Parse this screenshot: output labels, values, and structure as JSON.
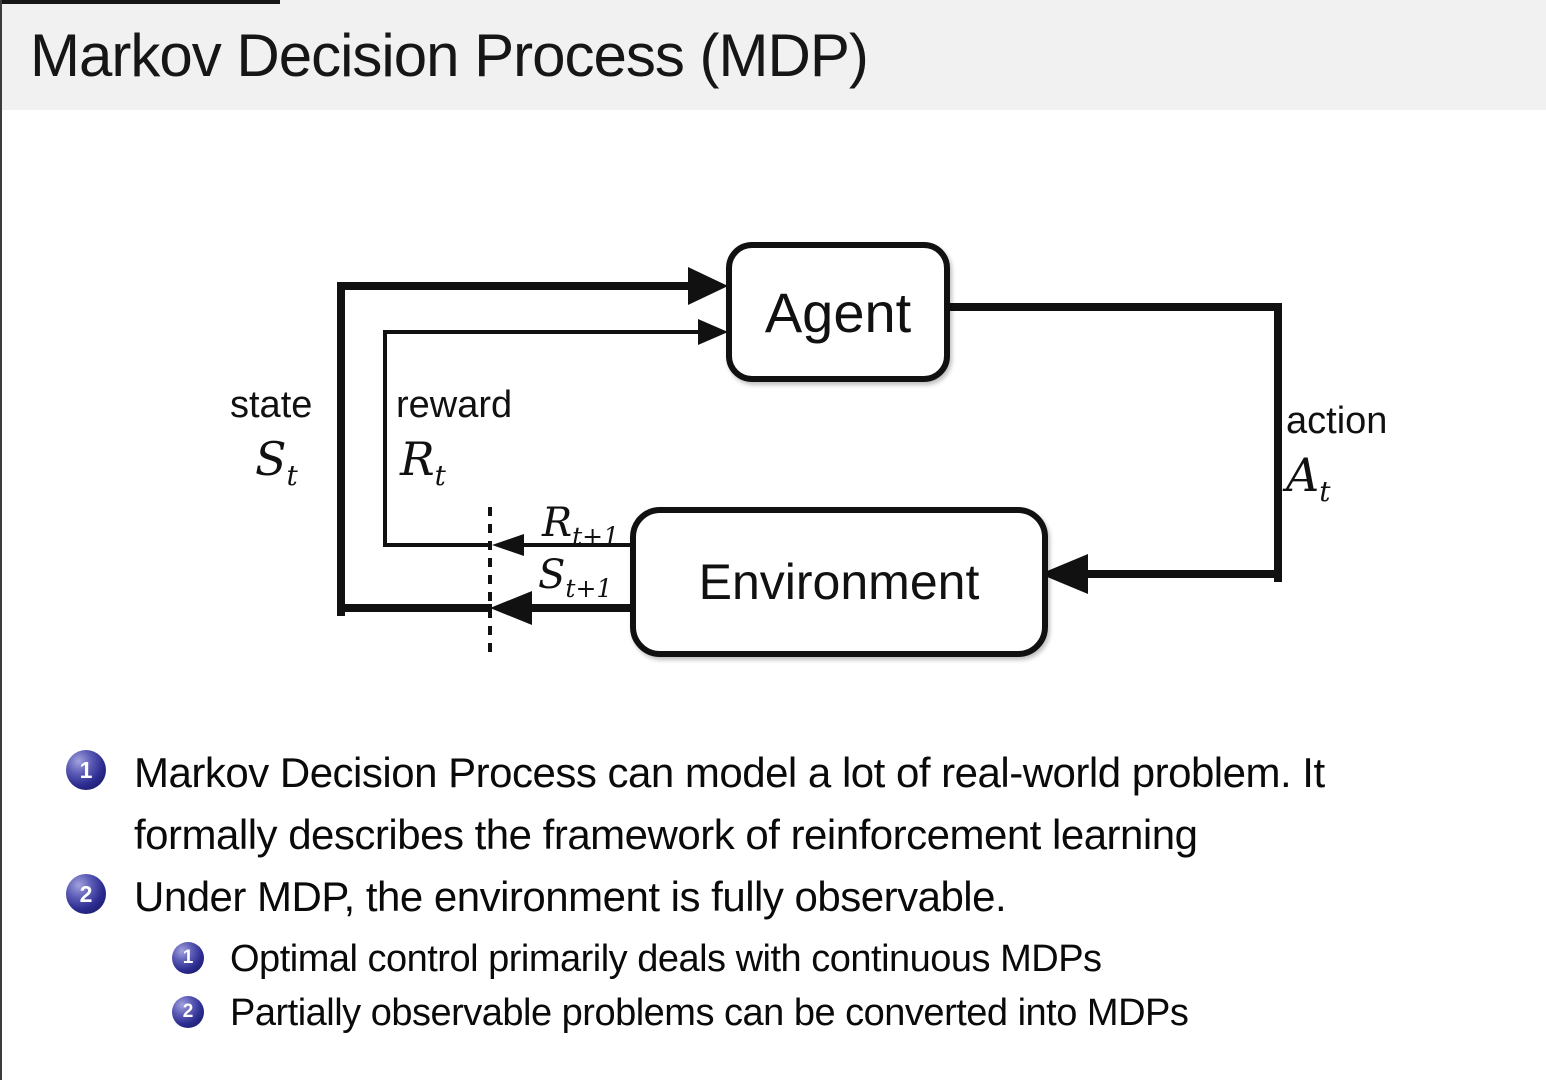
{
  "slide": {
    "title": "Markov Decision Process (MDP)"
  },
  "diagram": {
    "agent_label": "Agent",
    "environment_label": "Environment",
    "state": {
      "label": "state",
      "symbol": "S",
      "sub": "t"
    },
    "reward": {
      "label": "reward",
      "symbol": "R",
      "sub": "t"
    },
    "action": {
      "label": "action",
      "symbol": "A",
      "sub": "t"
    },
    "next_reward": {
      "symbol": "R",
      "sub": "t+1"
    },
    "next_state": {
      "symbol": "S",
      "sub": "t+1"
    }
  },
  "bullets": {
    "items": [
      {
        "marker": "1",
        "lines": [
          "Markov Decision Process can model a lot of real-world problem. It",
          "formally describes the framework of reinforcement learning"
        ]
      },
      {
        "marker": "2",
        "lines": [
          "Under MDP, the environment is fully observable."
        ]
      }
    ],
    "sub_items": [
      {
        "marker": "1",
        "text": "Optimal control primarily deals with continuous MDPs"
      },
      {
        "marker": "2",
        "text": "Partially observable problems can be converted into MDPs"
      }
    ]
  },
  "colors": {
    "title_bar_bg": "#f1f1f1",
    "body_bg": "#ffffff",
    "text": "#111111",
    "diagram_line": "#111111",
    "bullet_ball_blue": "#2b2b90"
  }
}
